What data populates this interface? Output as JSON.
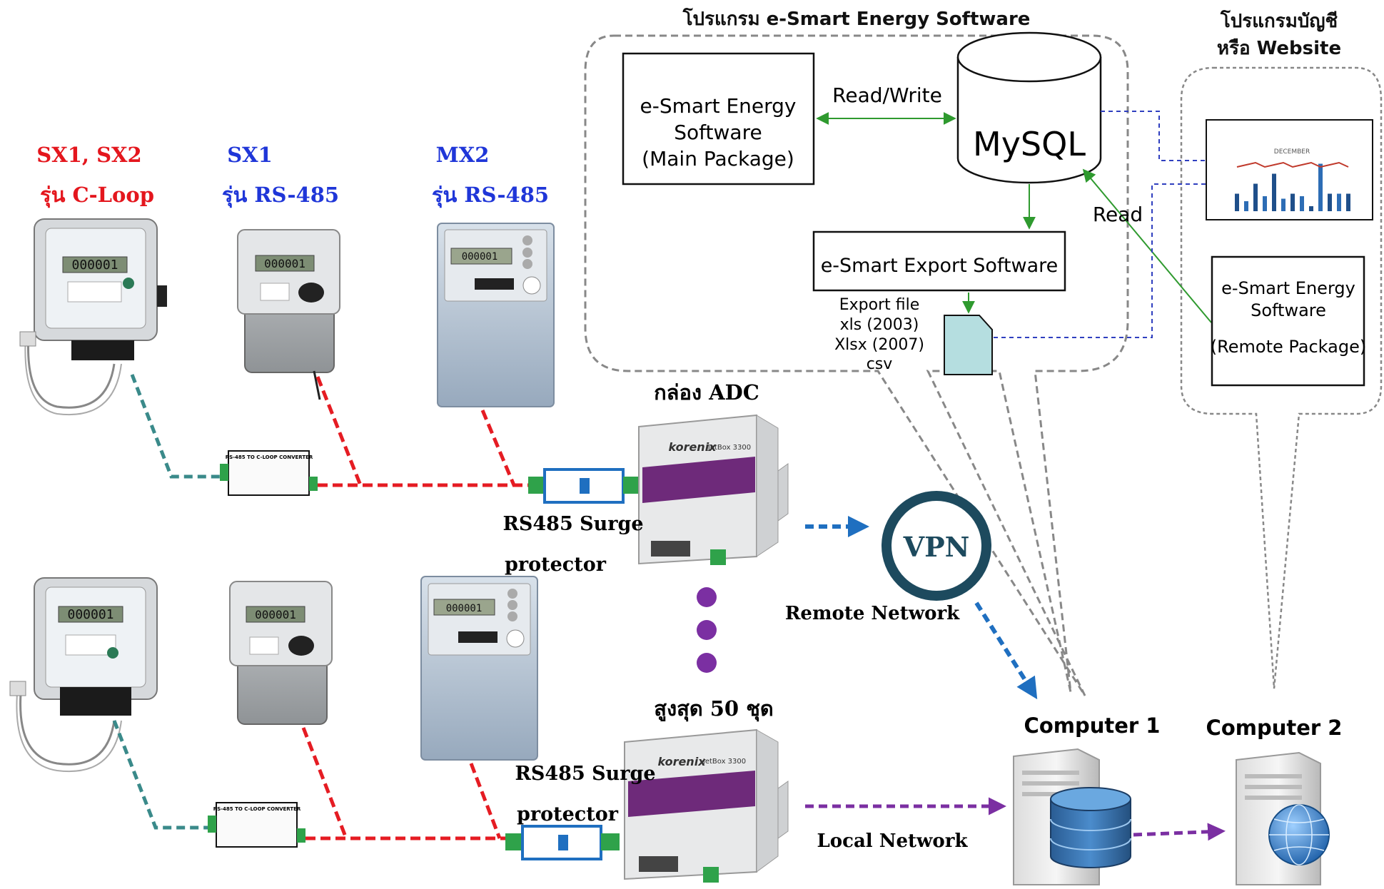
{
  "top": {
    "software_title": "โปรแกรม e-Smart Energy Software",
    "accounting_title_line1": "โปรแกรมบัญชี",
    "accounting_title_line2": "หรือ Website"
  },
  "software_group": {
    "main_package_line1": "e-Smart Energy",
    "main_package_line2": "Software",
    "main_package_line3": "(Main Package)",
    "read_write_label": "Read/Write",
    "mysql_label": "MySQL",
    "read_label": "Read",
    "export_software_label": "e-Smart Export Software",
    "export_file_line1": "Export file",
    "export_file_line2": "xls (2003)",
    "export_file_line3": "Xlsx (2007)",
    "export_file_line4": "csv"
  },
  "website_group": {
    "chart_thumb_title": "DECEMBER",
    "remote_package_line1": "e-Smart Energy",
    "remote_package_line2": "Software",
    "remote_package_line3": "(Remote Package)"
  },
  "meters": {
    "meter_group1_line1": "SX1, SX2",
    "meter_group1_line2": "รุ่น C-Loop",
    "meter_group2_line1": "SX1",
    "meter_group2_line2": "รุ่น RS-485",
    "meter_group3_line1": "MX2",
    "meter_group3_line2": "รุ่น RS-485",
    "meter_display": "000001",
    "converter_label": "RS-485 TO C-LOOP CONVERTER"
  },
  "network": {
    "adc_box_label": "กล่อง ADC",
    "surge_protector_line1": "RS485 Surge",
    "surge_protector_line2": "protector",
    "max_units_label": "สูงสุด 50 ชุด",
    "vpn_label": "VPN",
    "remote_network_label": "Remote Network",
    "local_network_label": "Local Network",
    "jetbox_brand": "korenix",
    "jetbox_model": "JetBox 3300",
    "computer1_label": "Computer 1",
    "computer2_label": "Computer 2"
  },
  "colors": {
    "red_link": "#e51c23",
    "teal_link": "#3a8a8a",
    "blue_link": "#1f6fc0",
    "purple_link": "#7b2fa2",
    "green_arrow": "#2f9a2f",
    "navy_dashed": "#2f3fbf",
    "red_label": "#e4161d",
    "blue_label": "#1f36d8"
  }
}
